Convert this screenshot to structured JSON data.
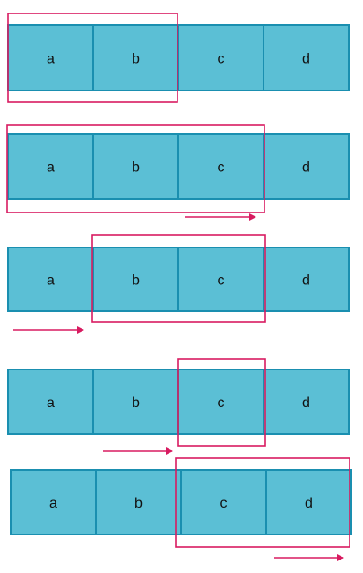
{
  "colors": {
    "cell_fill": "#5bbfd5",
    "cell_border": "#1a8fb0",
    "window_border": "#d81b60",
    "arrow": "#d81b60",
    "text": "#111111"
  },
  "cells": [
    "a",
    "b",
    "c",
    "d"
  ],
  "steps": [
    {
      "window_start": 0,
      "window_end": 1,
      "arrow": false
    },
    {
      "window_start": 0,
      "window_end": 2,
      "arrow": true
    },
    {
      "window_start": 1,
      "window_end": 2,
      "arrow": true
    },
    {
      "window_start": 2,
      "window_end": 2,
      "arrow": true
    },
    {
      "window_start": 2,
      "window_end": 3,
      "arrow": true
    }
  ]
}
